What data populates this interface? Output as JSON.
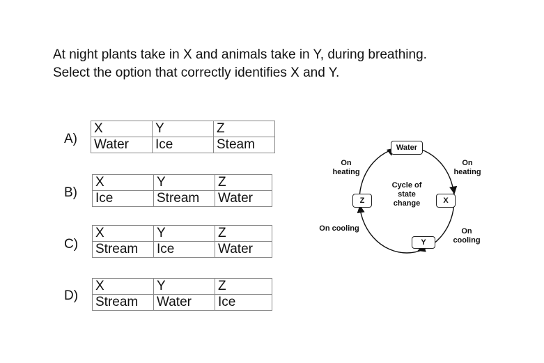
{
  "question": {
    "line1": "At night plants take in X and animals take in Y, during breathing.",
    "line2": "Select the option that correctly identifies X and Y."
  },
  "options": [
    {
      "letter": "A)",
      "headers": [
        "X",
        "Y",
        "Z"
      ],
      "values": [
        "Water",
        "Ice",
        "Steam"
      ]
    },
    {
      "letter": "B)",
      "headers": [
        "X",
        "Y",
        "Z"
      ],
      "values": [
        "Ice",
        "Stream",
        "Water"
      ]
    },
    {
      "letter": "C)",
      "headers": [
        "X",
        "Y",
        "Z"
      ],
      "values": [
        "Stream",
        "Ice",
        "Water"
      ]
    },
    {
      "letter": "D)",
      "headers": [
        "X",
        "Y",
        "Z"
      ],
      "values": [
        "Stream",
        "Water",
        "Ice"
      ]
    }
  ],
  "diagram": {
    "top_box": "Water",
    "center": [
      "Cycle of",
      "state",
      "change"
    ],
    "left_box": "Z",
    "right_box": "X",
    "bottom_box": "Y",
    "label_top_left": [
      "On",
      "heating"
    ],
    "label_top_right": [
      "On",
      "heating"
    ],
    "label_left": "On cooling",
    "label_bottom_right": [
      "On",
      "cooling"
    ]
  }
}
